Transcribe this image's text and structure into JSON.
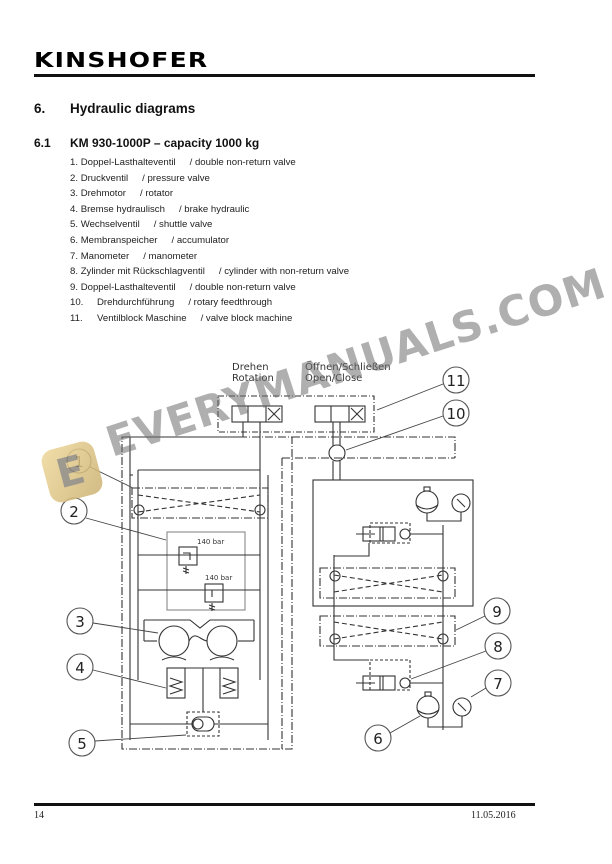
{
  "header": {
    "logo": "KINSHOFER"
  },
  "section": {
    "number": "6.",
    "title": "Hydraulic diagrams"
  },
  "subsection": {
    "number": "6.1",
    "title": "KM 930-1000P – capacity 1000 kg"
  },
  "legend": [
    {
      "num": "1.",
      "de": "Doppel-Lasthalteventil",
      "en": "/ double non-return valve"
    },
    {
      "num": "2.",
      "de": "Druckventil",
      "en": "/ pressure valve"
    },
    {
      "num": "3.",
      "de": "Drehmotor",
      "en": "/ rotator"
    },
    {
      "num": "4.",
      "de": "Bremse hydraulisch",
      "en": "/ brake hydraulic"
    },
    {
      "num": "5.",
      "de": "Wechselventil",
      "en": "/ shuttle valve"
    },
    {
      "num": "6.",
      "de": "Membranspeicher",
      "en": "/ accumulator"
    },
    {
      "num": "7.",
      "de": "Manometer",
      "en": "/ manometer"
    },
    {
      "num": "8.",
      "de": "Zylinder mit Rückschlagventil",
      "en": "/ cylinder with non-return valve"
    },
    {
      "num": "9.",
      "de": "Doppel-Lasthalteventil",
      "en": "/ double non-return valve"
    },
    {
      "num": "10.",
      "de": "Drehdurchführung",
      "en": "/ rotary feedthrough"
    },
    {
      "num": "11.",
      "de": "Ventilblock Maschine",
      "en": "/ valve block machine"
    }
  ],
  "diagram": {
    "label_rotation_de": "Drehen",
    "label_rotation_en": "Rotation",
    "label_open_de": "Öffnen/Schließen",
    "label_open_en": "Open/Close",
    "pressure_1": "140 bar",
    "pressure_2": "140 bar",
    "callouts": [
      "1",
      "2",
      "3",
      "4",
      "5",
      "6",
      "7",
      "8",
      "9",
      "10",
      "11"
    ]
  },
  "watermark": {
    "text": "EVERYMANUALS.COM",
    "badge": "E"
  },
  "footer": {
    "page": "14",
    "date": "11.05.2016"
  }
}
